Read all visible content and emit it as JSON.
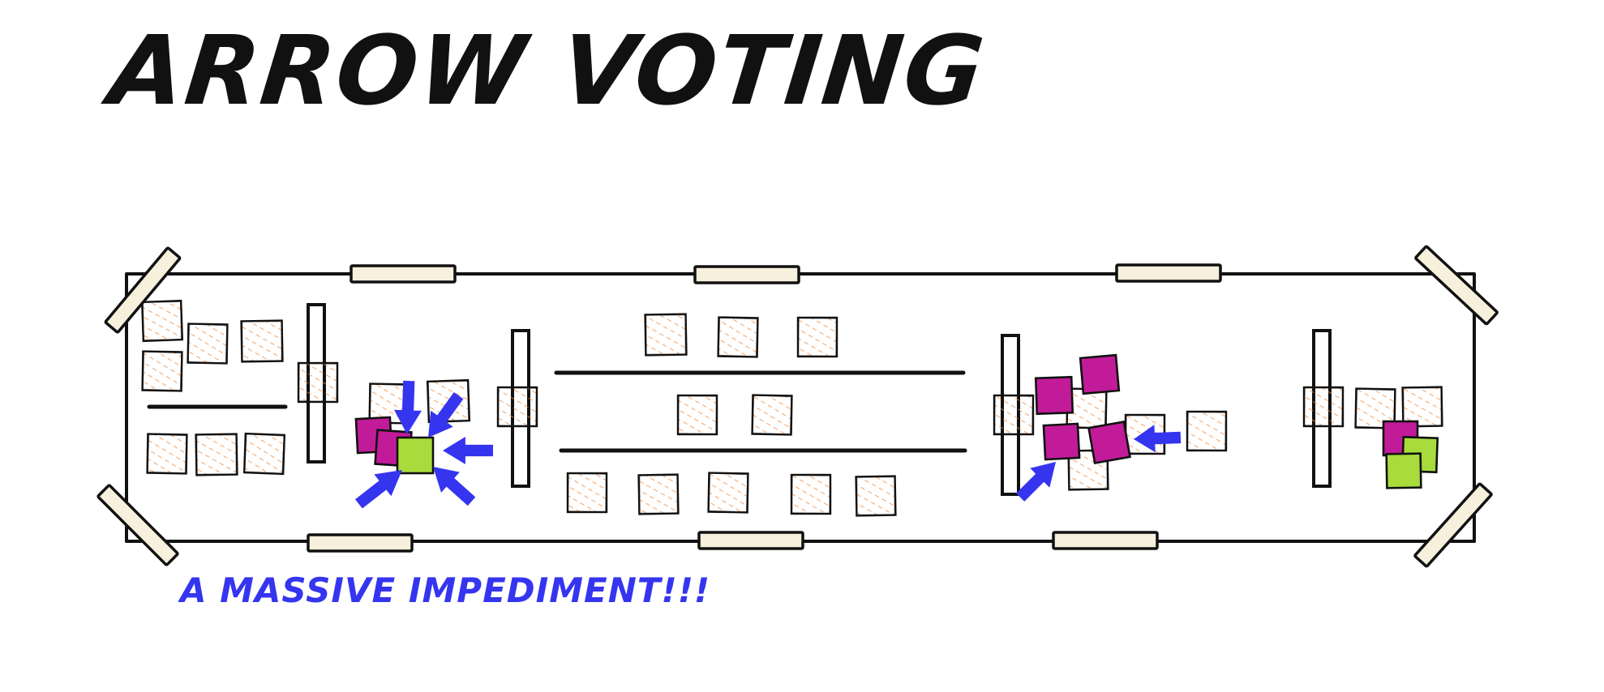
{
  "title": "ARROW VOTING",
  "caption": "A MASSIVE IMPEDIMENT!!!",
  "colors": {
    "ink": "#111111",
    "tape": "#f7f0dc",
    "note_hatch": "#f08a3c",
    "vote_magenta": "#c21b9a",
    "vote_green": "#a8dc3c",
    "arrow_blue": "#3535f0"
  },
  "icons": {
    "arrow": "vote-arrow-icon",
    "tape": "masking-tape",
    "note": "sticky-note"
  }
}
